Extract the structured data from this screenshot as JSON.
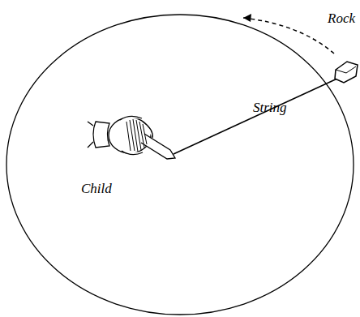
{
  "diagram": {
    "labels": [
      "Rock",
      "String",
      "Child"
    ]
  }
}
